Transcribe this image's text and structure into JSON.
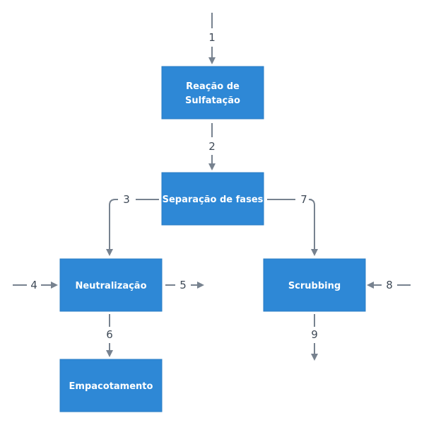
{
  "nodes": {
    "sulfatacao": {
      "lines": [
        "Reação de",
        "Sulfatação"
      ]
    },
    "separacao": {
      "lines": [
        "Separação de fases"
      ]
    },
    "neutralizacao": {
      "lines": [
        "Neutralização"
      ]
    },
    "scrubbing": {
      "lines": [
        "Scrubbing"
      ]
    },
    "empacotamento": {
      "lines": [
        "Empacotamento"
      ]
    }
  },
  "streams": {
    "s1": "1",
    "s2": "2",
    "s3": "3",
    "s4": "4",
    "s5": "5",
    "s6": "6",
    "s7": "7",
    "s8": "8",
    "s9": "9"
  }
}
